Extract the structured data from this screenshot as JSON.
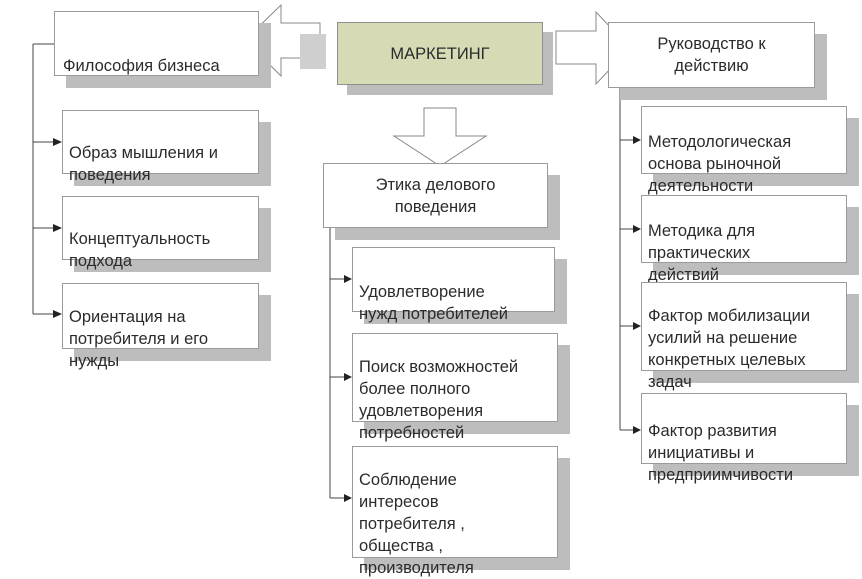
{
  "colors": {
    "main_fill": "#d6dbb6",
    "box_border": "#9a9a9a",
    "shadow": "#bdbdbd",
    "arrow_gray": "#cfcfcf",
    "line": "#444444"
  },
  "marketing": "МАРКЕТИНГ",
  "philosophy": {
    "title": "Философия бизнеса",
    "items": [
      "Образ мышления и\nповедения",
      "Концептуальность\nподхода",
      "Ориентация на\nпотребителя и его\nнужды"
    ]
  },
  "ethics": {
    "title": "Этика делового\nповедения",
    "items": [
      "Удовлетворение\nнужд потребителей",
      "Поиск возможностей\nболее полного\nудовлетворения\nпотребностей",
      "Соблюдение\nинтересов\nпотребителя ,\nобщества ,\nпроизводителя"
    ]
  },
  "guide": {
    "title": "Руководство к\nдействию",
    "items": [
      "Методологическая\nоснова рыночной\nдеятельности",
      "Методика для\nпрактических\nдействий",
      "Фактор мобилизации\nусилий на решение\nконкретных целевых\nзадач",
      "Фактор развития\nинициативы и\nпредприимчивости"
    ]
  }
}
